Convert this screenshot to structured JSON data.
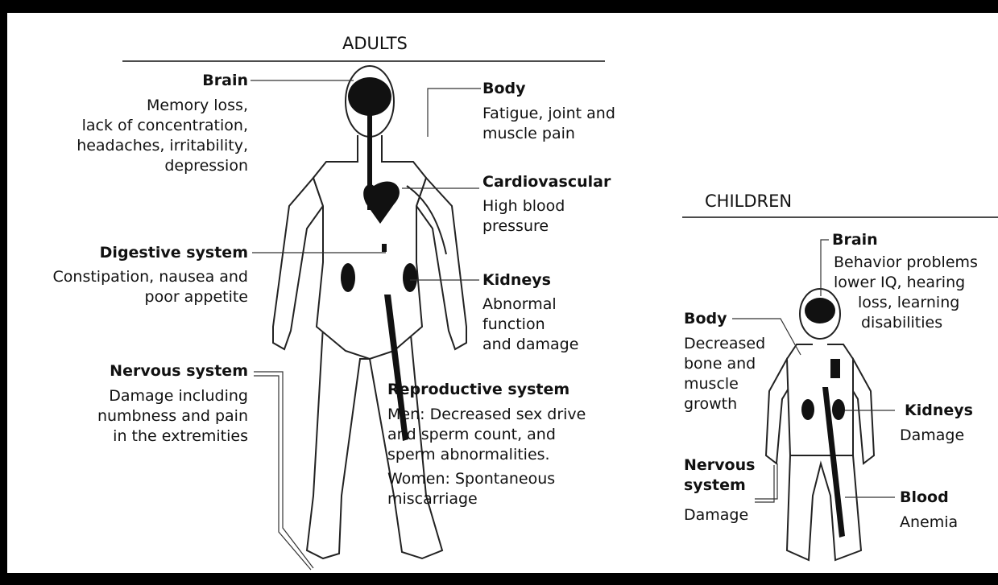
{
  "adults": {
    "heading": "ADULTS",
    "brain": {
      "title": "Brain",
      "lines": [
        "Memory loss,",
        "lack of concentration,",
        "headaches, irritability,",
        "depression"
      ]
    },
    "body": {
      "title": "Body",
      "lines": [
        "Fatigue, joint and",
        "muscle pain"
      ]
    },
    "cardio": {
      "title": "Cardiovascular",
      "lines": [
        "High blood",
        "pressure"
      ]
    },
    "digestive": {
      "title": "Digestive system",
      "lines": [
        "Constipation, nausea and",
        "poor appetite"
      ]
    },
    "kidneys": {
      "title": "Kidneys",
      "lines": [
        "Abnormal",
        "function",
        "and damage"
      ]
    },
    "nervous": {
      "title": "Nervous system",
      "lines": [
        "Damage including",
        "numbness and pain",
        "in the extremities"
      ]
    },
    "reproductive": {
      "title": "Reproductive system",
      "lines": [
        "Men: Decreased sex drive",
        "and sperm count, and",
        "sperm abnormalities."
      ],
      "women": [
        "Women: Spontaneous",
        "miscarriage"
      ]
    }
  },
  "children": {
    "heading": "CHILDREN",
    "brain": {
      "title": "Brain",
      "lines": [
        "Behavior problems",
        "lower IQ, hearing",
        "loss, learning",
        "disabilities"
      ]
    },
    "body": {
      "title": "Body",
      "lines": [
        "Decreased",
        "bone and",
        "muscle",
        "growth"
      ]
    },
    "kidneys": {
      "title": "Kidneys",
      "lines": [
        "Damage"
      ]
    },
    "nervous": {
      "title_lines": [
        "Nervous",
        "system"
      ],
      "lines": [
        "Damage"
      ]
    },
    "blood": {
      "title": "Blood",
      "lines": [
        "Anemia"
      ]
    }
  }
}
